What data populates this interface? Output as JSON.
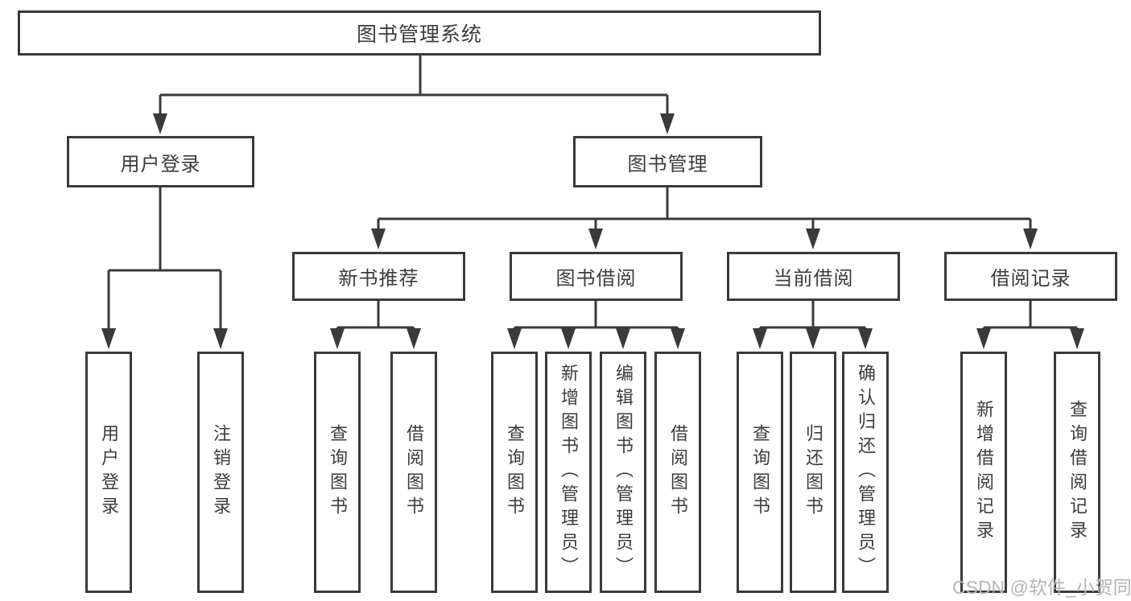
{
  "diagram": {
    "root": {
      "label": "图书管理系统"
    },
    "level2": [
      {
        "label": "用户登录"
      },
      {
        "label": "图书管理"
      }
    ],
    "level3": [
      {
        "label": "新书推荐"
      },
      {
        "label": "图书借阅"
      },
      {
        "label": "当前借阅"
      },
      {
        "label": "借阅记录"
      }
    ],
    "leaves": [
      {
        "label": "用户登录"
      },
      {
        "label": "注销登录"
      },
      {
        "label": "查询图书"
      },
      {
        "label": "借阅图书"
      },
      {
        "label": "查询图书"
      },
      {
        "label": "新增图书（管理员）"
      },
      {
        "label": "编辑图书（管理员）"
      },
      {
        "label": "借阅图书"
      },
      {
        "label": "查询图书"
      },
      {
        "label": "归还图书"
      },
      {
        "label": "确认归还（管理员）"
      },
      {
        "label": "新增借阅记录"
      },
      {
        "label": "查询借阅记录"
      }
    ],
    "watermark": "CSDN @软件_小贺同学",
    "colors": {
      "line": "#3a3a3a",
      "text": "#3c3c3c",
      "watermark": "#b5b5b5",
      "background": "#ffffff"
    }
  }
}
